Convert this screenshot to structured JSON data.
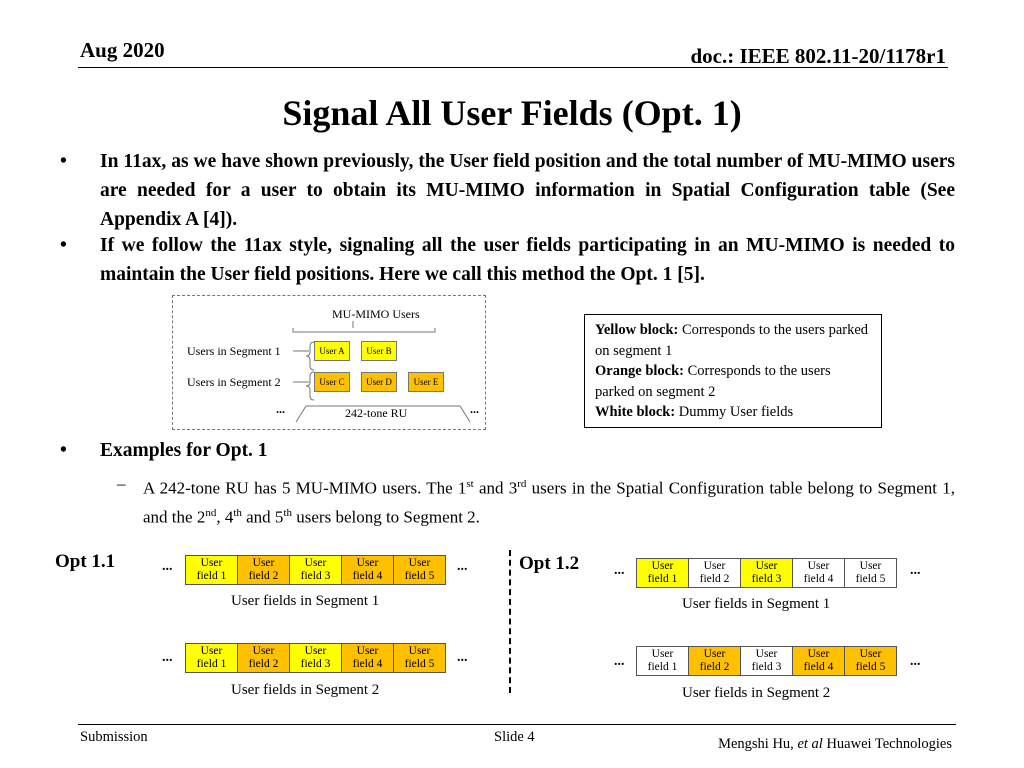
{
  "header": {
    "date": "Aug 2020",
    "doc_id": "doc.: IEEE 802.11-20/1178r1"
  },
  "title": "Signal All User Fields (Opt. 1)",
  "bullets": [
    "In 11ax, as we have shown previously, the User field position and the total number of MU-MIMO users are needed for a user to obtain its MU-MIMO information in Spatial Configuration table (See Appendix A [4]).",
    "If we follow the 11ax style, signaling all the user fields participating in an MU-MIMO is needed to maintain the User field positions. Here we call this method the Opt. 1 [5]."
  ],
  "bullet_glyph": "•",
  "diagram": {
    "heading": "MU-MIMO Users",
    "seg1_label": "Users in Segment 1",
    "seg2_label": "Users in Segment 2",
    "seg1_users": [
      "User A",
      "User B"
    ],
    "seg2_users": [
      "User C",
      "User D",
      "User E"
    ],
    "ru_label": "242-tone RU",
    "ellipsis": "..."
  },
  "legend": [
    {
      "key": "Yellow block:",
      "text": " Corresponds to the users parked on segment 1"
    },
    {
      "key": "Orange block:",
      "text": " Corresponds to the users parked on segment 2"
    },
    {
      "key": "White block:",
      "text": " Dummy User fields"
    }
  ],
  "examples": {
    "heading": "Examples for Opt. 1",
    "dash": "–",
    "sub": {
      "p1": "A 242-tone RU has 5 MU-MIMO users. The 1",
      "s1": "st",
      "p2": " and 3",
      "s2": "rd",
      "p3": " users in the Spatial Configuration table belong to Segment 1, and the 2",
      "s3": "nd",
      "p4": ", 4",
      "s4": "th",
      "p5": " and 5",
      "s5": "th",
      "p6": " users belong to Segment 2."
    }
  },
  "opt11": {
    "label": "Opt 1.1",
    "seg1_label": "User fields in Segment 1",
    "seg2_label": "User fields in Segment 2"
  },
  "opt12": {
    "label": "Opt 1.2",
    "seg1_label": "User fields in Segment 1",
    "seg2_label": "User fields in Segment 2"
  },
  "field_names": [
    [
      "User",
      "field 1"
    ],
    [
      "User",
      "field 2"
    ],
    [
      "User",
      "field 3"
    ],
    [
      "User",
      "field 4"
    ],
    [
      "User",
      "field 5"
    ]
  ],
  "ellipsis": "...",
  "colors": {
    "yellow": "#ffff00",
    "orange": "#ffc000",
    "white": "#ffffff"
  },
  "field_colors": {
    "opt11_seg1": [
      "yellow",
      "orange",
      "yellow",
      "orange",
      "orange"
    ],
    "opt11_seg2": [
      "yellow",
      "orange",
      "yellow",
      "orange",
      "orange"
    ],
    "opt12_seg1": [
      "yellow",
      "white",
      "yellow",
      "white",
      "white"
    ],
    "opt12_seg2": [
      "white",
      "orange",
      "white",
      "orange",
      "orange"
    ]
  },
  "footer": {
    "left": "Submission",
    "center": "Slide 4",
    "author_name": "Mengshi Hu, ",
    "author_italic": "et al",
    "author_org": " Huawei Technologies"
  }
}
